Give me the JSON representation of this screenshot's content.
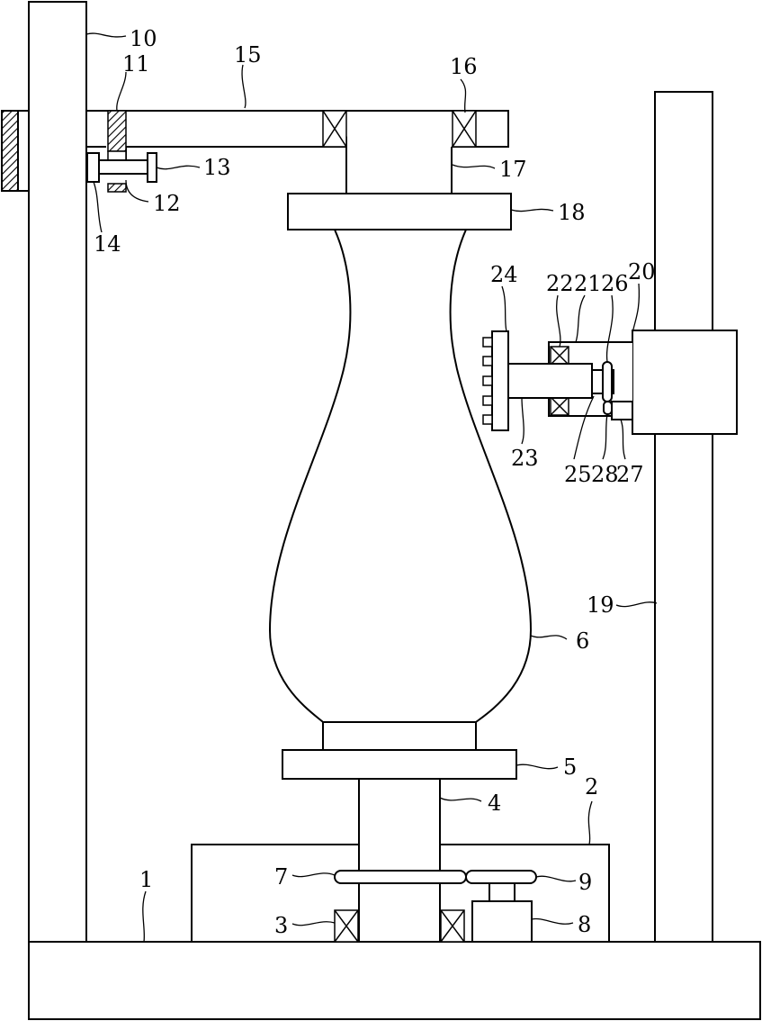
{
  "labels": {
    "l1": "1",
    "l2": "2",
    "l3": "3",
    "l4": "4",
    "l5": "5",
    "l6": "6",
    "l7": "7",
    "l8": "8",
    "l9": "9",
    "l10": "10",
    "l11": "11",
    "l12": "12",
    "l13": "13",
    "l14": "14",
    "l15": "15",
    "l16": "16",
    "l17": "17",
    "l18": "18",
    "l19": "19",
    "l20": "20",
    "l21": "21",
    "l22": "22",
    "l23": "23",
    "l24": "24",
    "l25": "25",
    "l26": "26",
    "l27": "27",
    "l28": "28"
  },
  "colors": {
    "line": "#000000",
    "background": "#ffffff",
    "hatch": "#000000"
  }
}
